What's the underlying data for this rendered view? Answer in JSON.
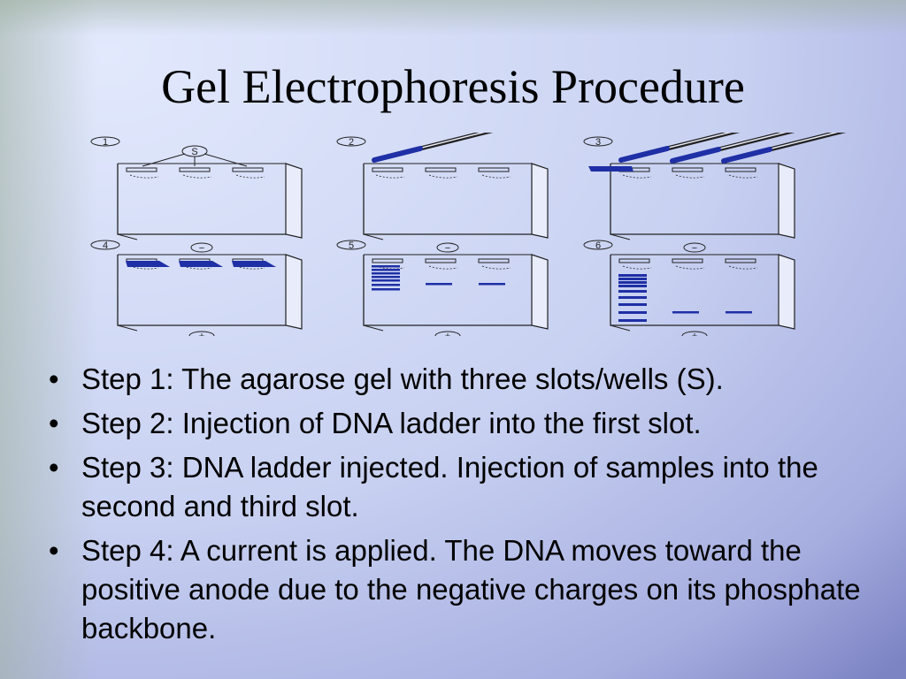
{
  "slide": {
    "title": "Gel Electrophoresis Procedure",
    "colors": {
      "background_light": "#dbe3fb",
      "background_mid": "#c3cdef",
      "background_dark": "#7f86c6",
      "left_band": "#9fb09f",
      "dna": "#1f2fa5",
      "line": "#222222"
    }
  },
  "diagram": {
    "steps": [
      {
        "number": "1",
        "well_label": "S",
        "electrode_top": "",
        "electrode_bottom": ""
      },
      {
        "number": "2",
        "electrode_top": "",
        "electrode_bottom": ""
      },
      {
        "number": "3",
        "electrode_top": "",
        "electrode_bottom": ""
      },
      {
        "number": "4",
        "electrode_top": "−",
        "electrode_bottom": "+"
      },
      {
        "number": "5",
        "electrode_top": "−",
        "electrode_bottom": "+"
      },
      {
        "number": "6",
        "electrode_top": "−",
        "electrode_bottom": "+"
      }
    ]
  },
  "bullets": [
    {
      "marker": "•",
      "text": "Step 1: The agarose gel with three slots/wells (S)."
    },
    {
      "marker": "•",
      "text": "Step 2:  Injection of DNA ladder into the first slot."
    },
    {
      "marker": "•",
      "text": "Step 3: DNA ladder injected. Injection of samples into the second and third slot."
    },
    {
      "marker": "•",
      "text": "Step 4: A current is applied. The DNA moves toward the positive anode due to the negative charges on its phosphate backbone."
    }
  ]
}
